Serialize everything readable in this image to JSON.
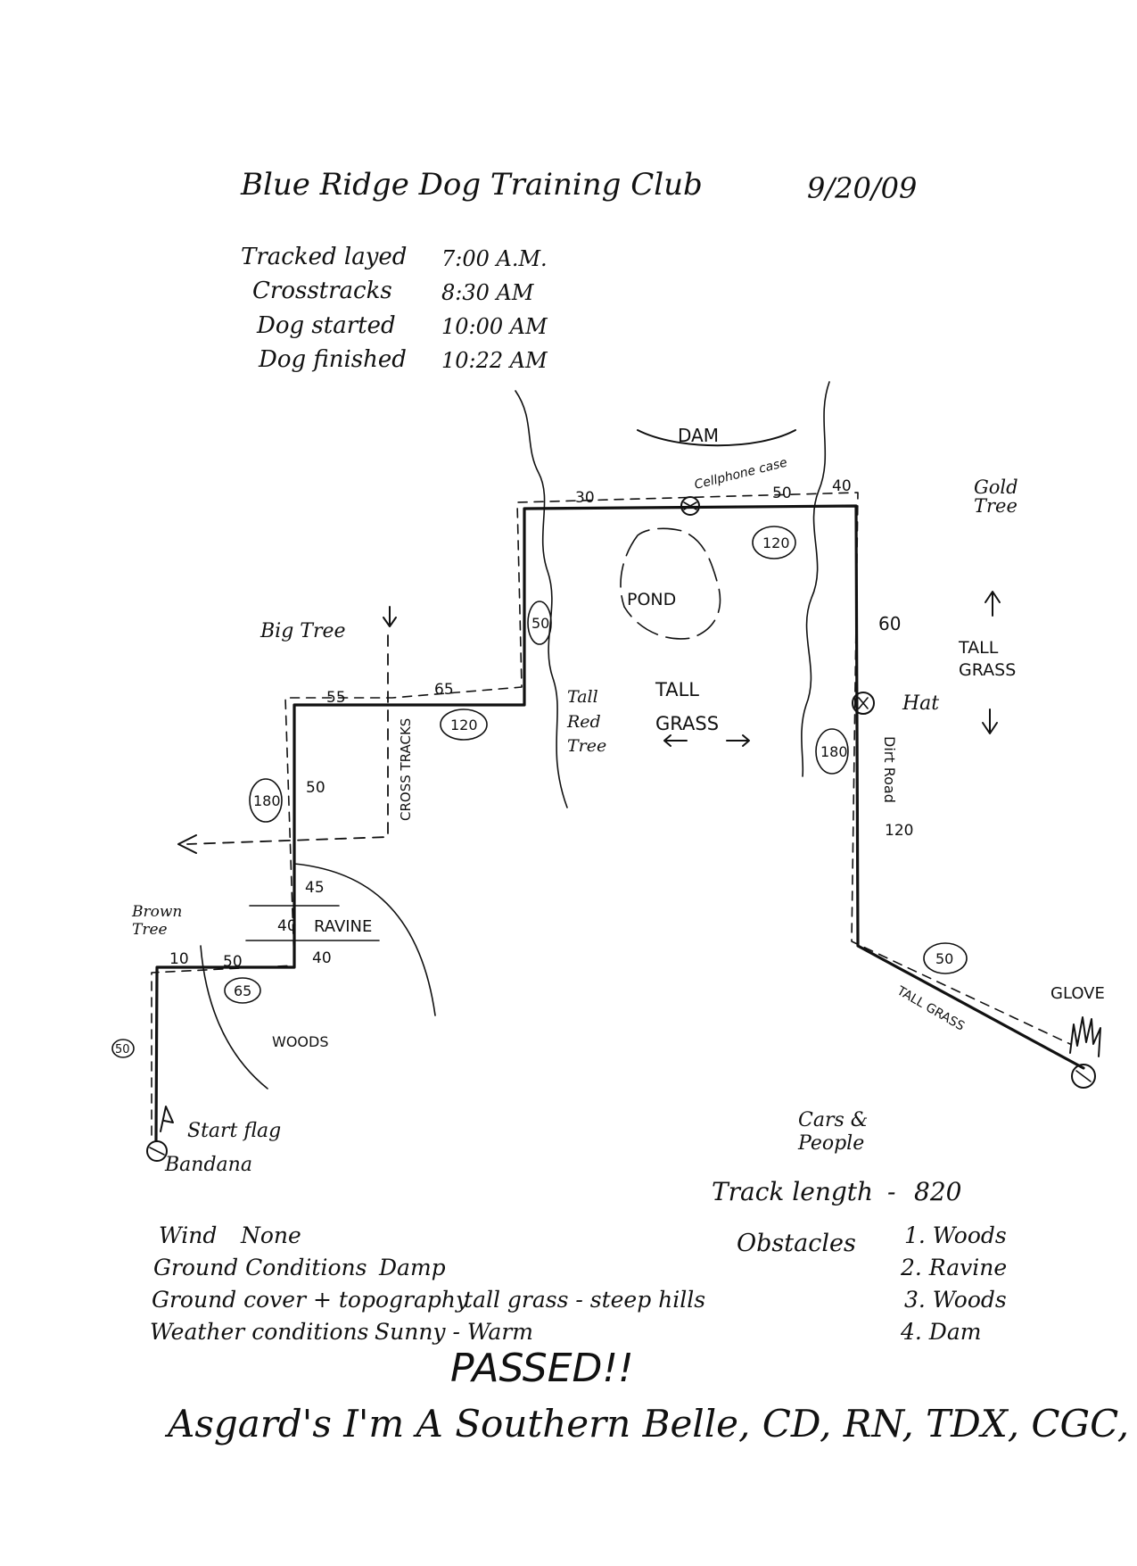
{
  "header": {
    "club": "Blue Ridge Dog Training Club",
    "date": "9/20/09"
  },
  "times": [
    {
      "label": "Tracked layed",
      "value": "7:00 A.M."
    },
    {
      "label": "Crosstracks",
      "value": "8:30 AM"
    },
    {
      "label": "Dog started",
      "value": "10:00 AM"
    },
    {
      "label": "Dog finished",
      "value": "10:22 AM"
    }
  ],
  "map": {
    "landmarks": {
      "dam": "DAM",
      "pond": "POND",
      "cellphone_case": "Cellphone case",
      "gold_tree": "Gold Tree",
      "big_tree": "Big Tree",
      "tall_grass_center": "TALL GRASS",
      "tall_red_tree": "Tall Red Tree",
      "tall_grass_right": "TALL GRASS",
      "hat": "Hat",
      "dirt_road": "Dirt Road",
      "cross_tracks": "CROSS TRACKS",
      "ravine": "RAVINE",
      "brown_tree": "Brown Tree",
      "woods": "WOODS",
      "start_flag": "Start flag",
      "bandana": "Bandana",
      "glove": "GLOVE",
      "tall_grass_leg": "TALL GRASS",
      "cars_people": "Cars & People"
    },
    "distances": [
      "30",
      "50",
      "40",
      "60",
      "120",
      "55",
      "65",
      "50",
      "45",
      "40",
      "40",
      "10",
      "50",
      "50"
    ],
    "turn_angles": [
      "120",
      "50",
      "120",
      "180",
      "180",
      "65",
      "50",
      "50"
    ]
  },
  "summary": {
    "track_length_label": "Track length",
    "track_length_value": "820",
    "obstacles_label": "Obstacles",
    "obstacles": [
      "1. Woods",
      "2. Ravine",
      "3. Woods",
      "4. Dam"
    ]
  },
  "conditions": [
    {
      "label": "Wind",
      "value": "None"
    },
    {
      "label": "Ground Conditions",
      "value": "Damp"
    },
    {
      "label": "Ground cover + topography",
      "value": "tall grass - steep hills"
    },
    {
      "label": "Weather conditions",
      "value": "Sunny - Warm"
    }
  ],
  "result": {
    "status": "PASSED!!",
    "dog_name": "Asgard's I'm A Southern Belle, CD, RN, TDX, CGC, TT"
  },
  "colors": {
    "ink": "#111111",
    "paper": "#ffffff"
  }
}
